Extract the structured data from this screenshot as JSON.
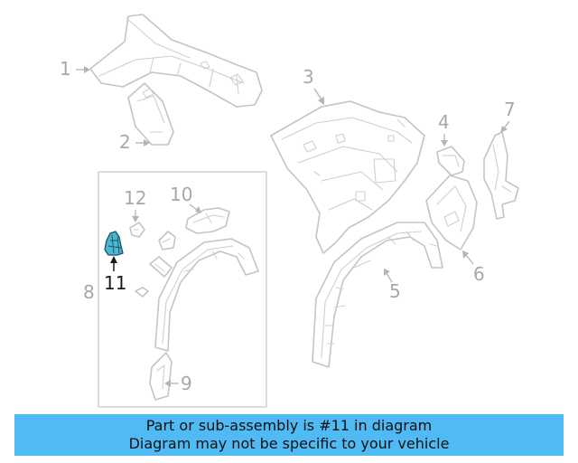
{
  "callouts": [
    "1",
    "2",
    "3",
    "4",
    "5",
    "6",
    "7",
    "8",
    "9",
    "10",
    "11",
    "12"
  ],
  "highlighted_callout": "11",
  "colors": {
    "highlight_part": "#4ab6d0",
    "banner_background": "#4fbaf4",
    "outline": "#c4c4c4"
  },
  "banner": {
    "line1": "Part or sub-assembly is #11 in diagram",
    "line2": "Diagram may not be specific to your vehicle"
  }
}
